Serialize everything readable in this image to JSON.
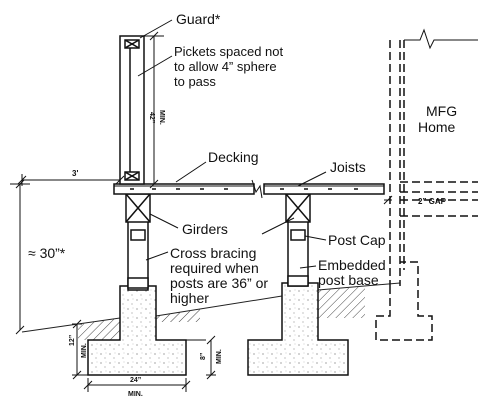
{
  "labels": {
    "guard": "Guard*",
    "pickets_line1": "Pickets spaced not",
    "pickets_line2": "to allow 4” sphere",
    "pickets_line3": "to pass",
    "decking": "Decking",
    "joists": "Joists",
    "girders": "Girders",
    "post_cap": "Post Cap",
    "cross_line1": "Cross bracing",
    "cross_line2": "required when",
    "cross_line3": "posts are 36” or",
    "cross_line4": "higher",
    "embedded_line1": "Embedded",
    "embedded_line2": "post base",
    "mfg_line1": "MFG",
    "mfg_line2": "Home",
    "height": "≈ 30”*"
  },
  "dimensions": {
    "guard_height": "42”",
    "guard_height_min": "MIN.",
    "overhang": "3'",
    "gap": "2” GAP",
    "footing_depth": "12”",
    "footing_depth_min": "MIN.",
    "footing_thickness": "8”",
    "footing_thickness_min": "MIN.",
    "footing_width": "24”",
    "footing_width_min": "MIN."
  }
}
